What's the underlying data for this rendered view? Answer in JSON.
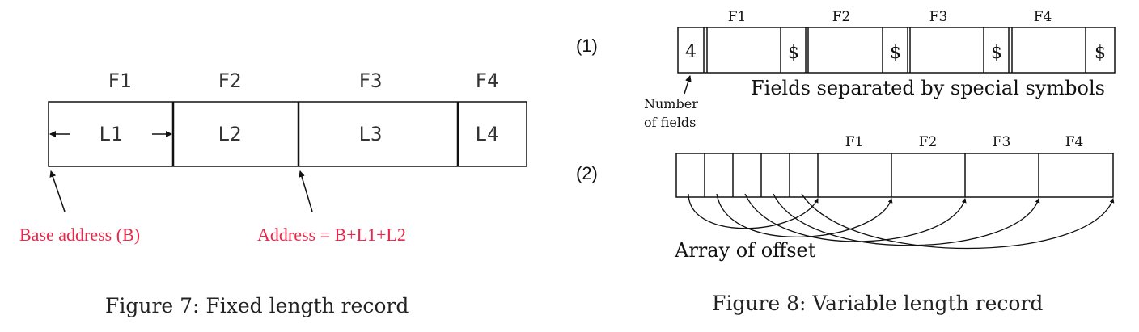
{
  "figure7": {
    "field_headers": [
      "F1",
      "F2",
      "F3",
      "F4"
    ],
    "lengths": [
      "L1",
      "L2",
      "L3",
      "L4"
    ],
    "base_label": "Base address (B)",
    "address_label": "Address = B+L1+L2",
    "caption": "Figure 7: Fixed length record",
    "annotation_color": "#e8274a"
  },
  "figure8": {
    "marker1": "(1)",
    "marker2": "(2)",
    "field_headers": [
      "F1",
      "F2",
      "F3",
      "F4"
    ],
    "count_value": "4",
    "separator": "$",
    "separator_desc": "Fields separated by special symbols",
    "count_label_line1": "Number",
    "count_label_line2": "of fields",
    "offset_label": "Array of offset",
    "caption": "Figure 8: Variable length record"
  }
}
